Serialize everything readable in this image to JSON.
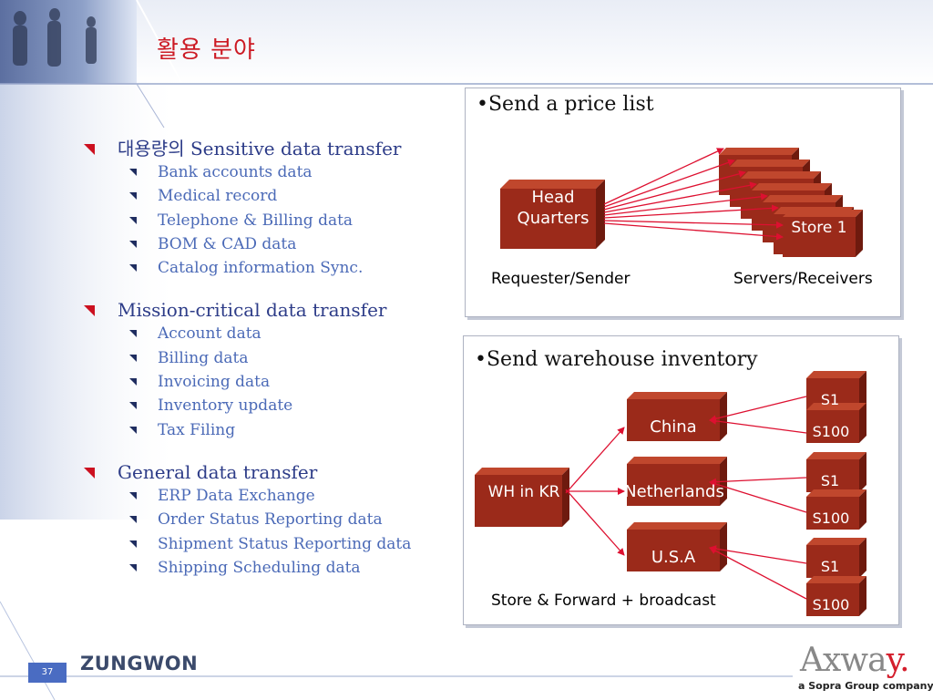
{
  "slide": {
    "title": "활용 분야",
    "page_number": "37"
  },
  "bullets": [
    {
      "title": "대용량의 Sensitive data transfer",
      "items": [
        "Bank accounts data",
        "Medical record",
        "Telephone & Billing data",
        "BOM & CAD data",
        "Catalog information Sync."
      ]
    },
    {
      "title": "Mission-critical data transfer",
      "items": [
        "Account data",
        "Billing data",
        "Invoicing data",
        "Inventory update",
        "Tax Filing"
      ]
    },
    {
      "title": "General data transfer",
      "items": [
        "ERP Data Exchange",
        "Order Status Reporting data",
        "Shipment Status Reporting data",
        "Shipping Scheduling data"
      ]
    }
  ],
  "panel_price": {
    "title": "•Send a price list",
    "head_label": "Head\nQuarters",
    "store_label": "Store 1",
    "left_caption": "Requester/Sender",
    "right_caption": "Servers/Receivers"
  },
  "panel_inventory": {
    "title": "•Send warehouse inventory",
    "source_label": "WH in KR",
    "hubs": [
      "China",
      "Netherlands",
      "U.S.A"
    ],
    "store_labels": [
      "S1",
      "S100"
    ],
    "caption": "Store & Forward +  broadcast"
  },
  "logos": {
    "zungwon": "ZUNGWON",
    "axway_main": "Axwa",
    "axway_y": "y",
    "axway_dot": ".",
    "axway_sub": "a Sopra Group company"
  },
  "colors": {
    "title_red": "#cc1a24",
    "bullet_navy": "#2d3c88",
    "sub_blue": "#4b6ab7",
    "box_front": "#9b2a1a",
    "box_top": "#c0472d",
    "box_side": "#6e1a0e",
    "arrow_red": "#dd1030"
  }
}
